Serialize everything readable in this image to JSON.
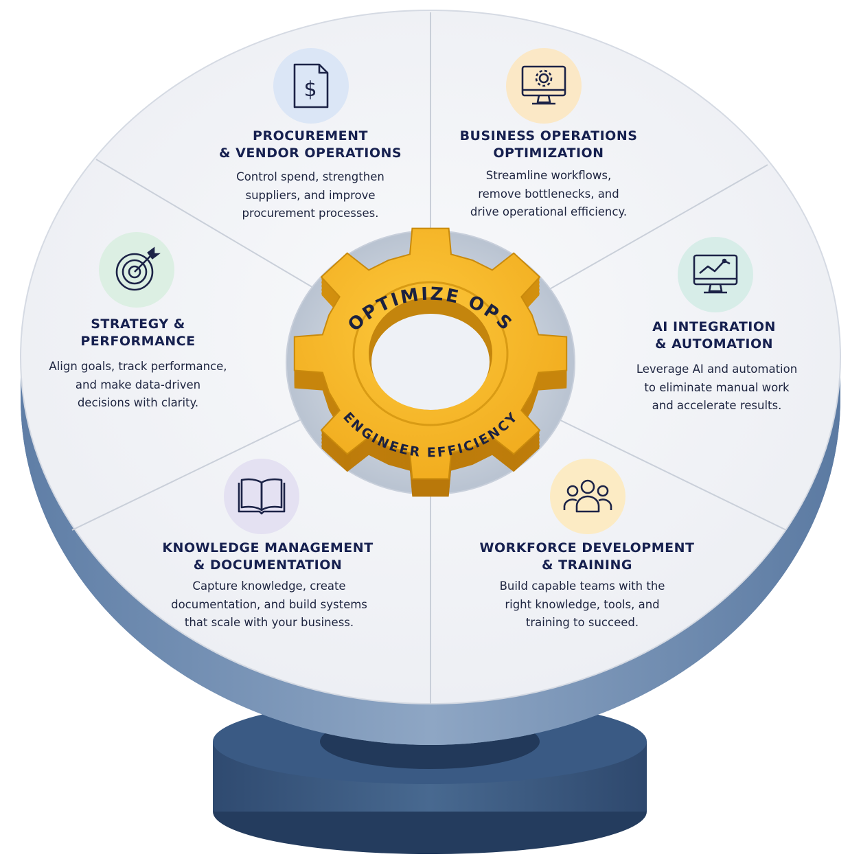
{
  "center": {
    "top_label": "OPTIMIZE OPS",
    "bottom_label": "ENGINEER EFFICIENCY"
  },
  "colors": {
    "gear": "#f5b324",
    "gear_dark": "#c98a0c",
    "pedestal": "#3e5a82",
    "plate_face": "#f4f5f8",
    "text": "#16204f"
  },
  "segments": [
    {
      "id": "procurement",
      "icon": "invoice-dollar-icon",
      "icon_bg": "#dbe6f6",
      "title": [
        "PROCUREMENT",
        "& VENDOR OPERATIONS"
      ],
      "description": [
        "Control spend, strengthen",
        "suppliers, and improve",
        "procurement processes."
      ]
    },
    {
      "id": "business-operations",
      "icon": "monitor-gear-icon",
      "icon_bg": "#fbe8c6",
      "title": [
        "BUSINESS OPERATIONS",
        "OPTIMIZATION"
      ],
      "description": [
        "Streamline workflows,",
        "remove bottlenecks, and",
        "drive operational efficiency."
      ]
    },
    {
      "id": "ai-integration",
      "icon": "monitor-chart-icon",
      "icon_bg": "#d7ede8",
      "title": [
        "AI INTEGRATION",
        "& AUTOMATION"
      ],
      "description": [
        "Leverage AI and automation",
        "to eliminate manual work",
        "and accelerate results."
      ]
    },
    {
      "id": "workforce",
      "icon": "team-icon",
      "icon_bg": "#fcebc4",
      "title": [
        "WORKFORCE DEVELOPMENT",
        "& TRAINING"
      ],
      "description": [
        "Build capable teams with the",
        "right knowledge, tools, and",
        "training to succeed."
      ]
    },
    {
      "id": "knowledge",
      "icon": "open-book-icon",
      "icon_bg": "#e4e1f2",
      "title": [
        "KNOWLEDGE MANAGEMENT",
        "& DOCUMENTATION"
      ],
      "description": [
        "Capture knowledge, create",
        "documentation, and build systems",
        "that scale with your business."
      ]
    },
    {
      "id": "strategy",
      "icon": "target-icon",
      "icon_bg": "#dcefe3",
      "title": [
        "STRATEGY &",
        "PERFORMANCE"
      ],
      "description": [
        "Align goals, track performance,",
        "and make data-driven",
        "decisions with clarity."
      ]
    }
  ]
}
